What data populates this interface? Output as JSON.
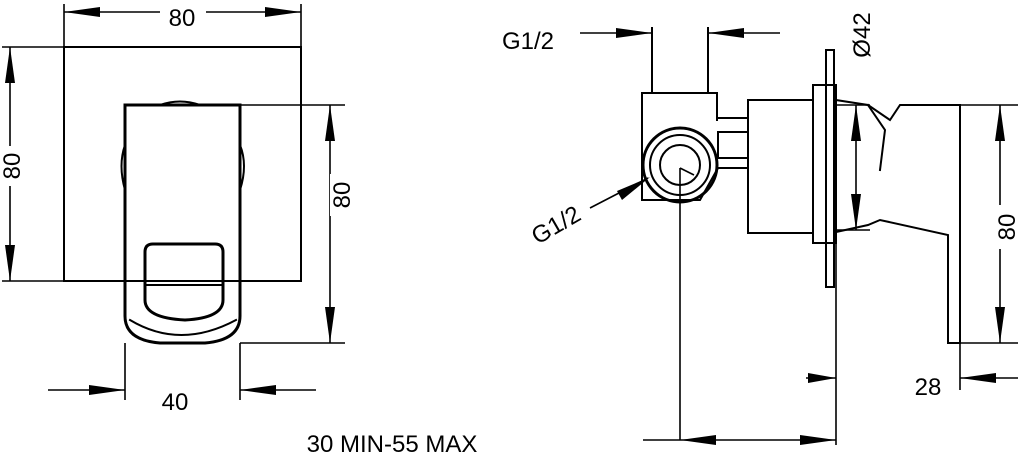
{
  "front_view": {
    "width_top": "80",
    "height_left": "80",
    "height_right": "80",
    "width_bottom": "40"
  },
  "side_view": {
    "thread_top": "G1/2",
    "diameter": "Ø42",
    "thread_side": "G1/2",
    "height": "80",
    "depth": "28"
  },
  "installation_depth": "30 MIN-55 MAX"
}
